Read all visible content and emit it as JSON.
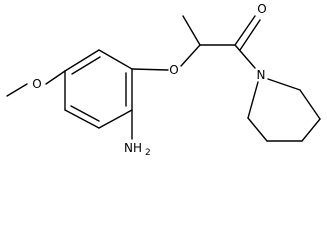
{
  "molecule": {
    "atoms": {
      "o_methoxy": "O",
      "o_ether": "O",
      "o_carbonyl": "O",
      "n_piperidine": "N",
      "amine_main": "NH",
      "amine_sub": "2"
    }
  }
}
